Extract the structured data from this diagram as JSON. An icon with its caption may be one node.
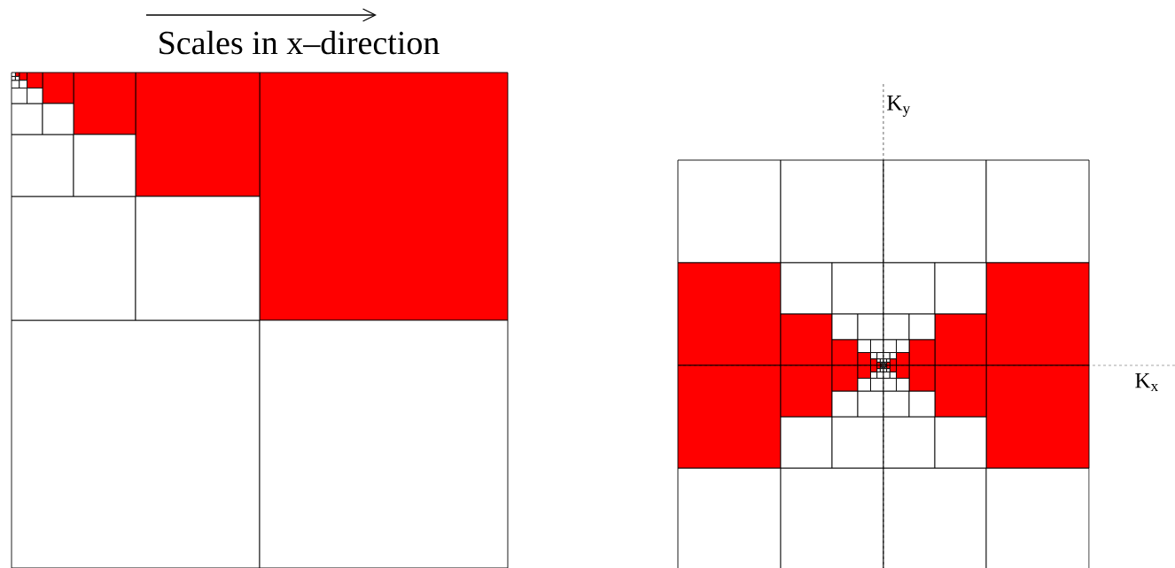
{
  "diagram": {
    "labels": [
      "Scales in x–direction",
      "K$_{y}$",
      "K$_{x}$"
    ]
  }
}
